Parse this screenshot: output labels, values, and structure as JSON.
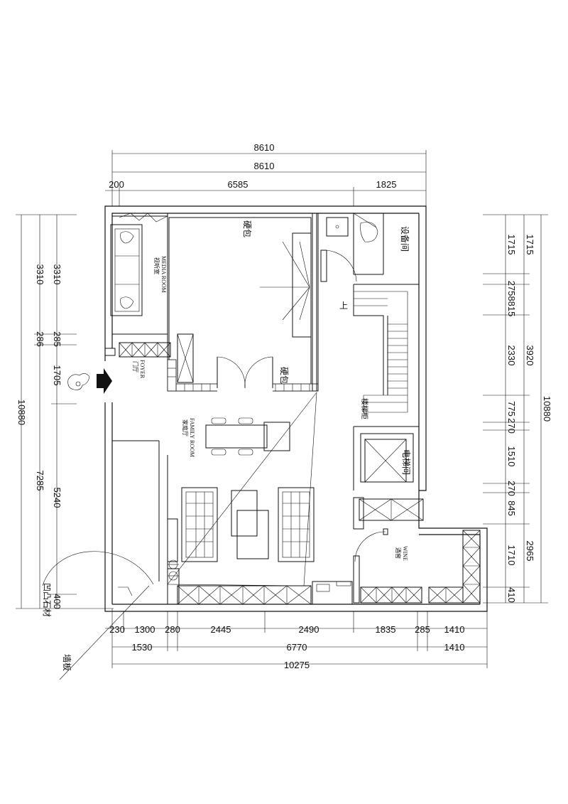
{
  "dims": {
    "top_total_1": "8610",
    "top_total_2": "8610",
    "top_seg": [
      "200",
      "6585",
      "1825"
    ],
    "left_outer": "10880",
    "left_mid": [
      "3310",
      "286",
      "7285"
    ],
    "left_inner": [
      "3310",
      "285",
      "1705",
      "5240",
      "400"
    ],
    "right_outer": "10880",
    "right_mid": [
      "1715",
      "3920",
      "2965"
    ],
    "right_inner": [
      "1715",
      "2758815",
      "2330",
      "775",
      "270",
      "1510",
      "270",
      "845",
      "1710",
      "410"
    ],
    "bottom_row1": [
      "230",
      "1300",
      "280",
      "2445",
      "2490",
      "1835",
      "285",
      "1410"
    ],
    "bottom_row2": [
      "1530",
      "6770",
      "1410"
    ],
    "bottom_total": "10275"
  },
  "labels": {
    "media_room_en": "MEDIA ROOM",
    "media_room_cn": "视听室",
    "foyer_en": "FOYER",
    "foyer_cn": "门厅",
    "family_room_en": "FAMILY ROOM",
    "family_room_cn": "家庭厅",
    "wine_en": "WINE",
    "wine_cn": "酒窖",
    "equipment_room": "设备间",
    "elevator_room": "电梯间",
    "stair_cabinet": "楼梯柜",
    "up": "上",
    "soft_pack_1": "硬包",
    "soft_pack_2": "硬包",
    "stone_note": "凹凸石材",
    "wall_panel": "墙板"
  }
}
